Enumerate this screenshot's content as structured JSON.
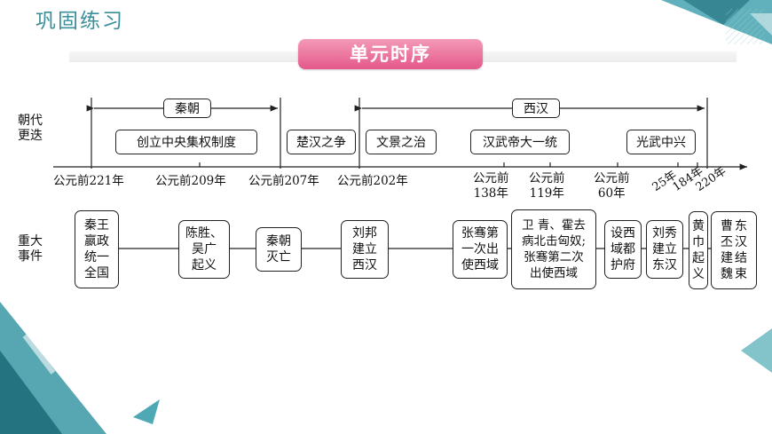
{
  "page": {
    "title": "巩固练习",
    "banner": "单元时序"
  },
  "labels": {
    "dynasty": "朝代\n更迭",
    "events": "重大\n事件"
  },
  "dynasties": [
    {
      "name": "秦朝"
    },
    {
      "name": "西汉"
    }
  ],
  "periods": [
    "创立中央集权制度",
    "楚汉之争",
    "文景之治",
    "汉武帝大一统",
    "光武中兴"
  ],
  "years": [
    {
      "label": "公元前221年"
    },
    {
      "label": "公元前209年"
    },
    {
      "label": "公元前207年"
    },
    {
      "label": "公元前202年"
    },
    {
      "label": "公元前\n138年"
    },
    {
      "label": "公元前\n119年"
    },
    {
      "label": "公元前\n60年"
    },
    {
      "label": "25年"
    },
    {
      "label": "184年"
    },
    {
      "label": "220年"
    }
  ],
  "events": [
    "秦王\n嬴政\n统一\n全国",
    "陈胜、\n吴广\n起义",
    "秦朝\n灭亡",
    "刘邦\n建立\n西汉",
    "张骞第\n一次出\n使西域",
    "卫 青、霍去\n病北击匈奴;\n张骞第二次\n出使西域",
    "设西\n域都\n护府",
    "刘秀\n建立\n东汉",
    "黄巾起义",
    "曹丕建魏",
    "东汉结束"
  ],
  "colors": {
    "accent": "#3a8f9a",
    "banner": "#e4588a"
  }
}
